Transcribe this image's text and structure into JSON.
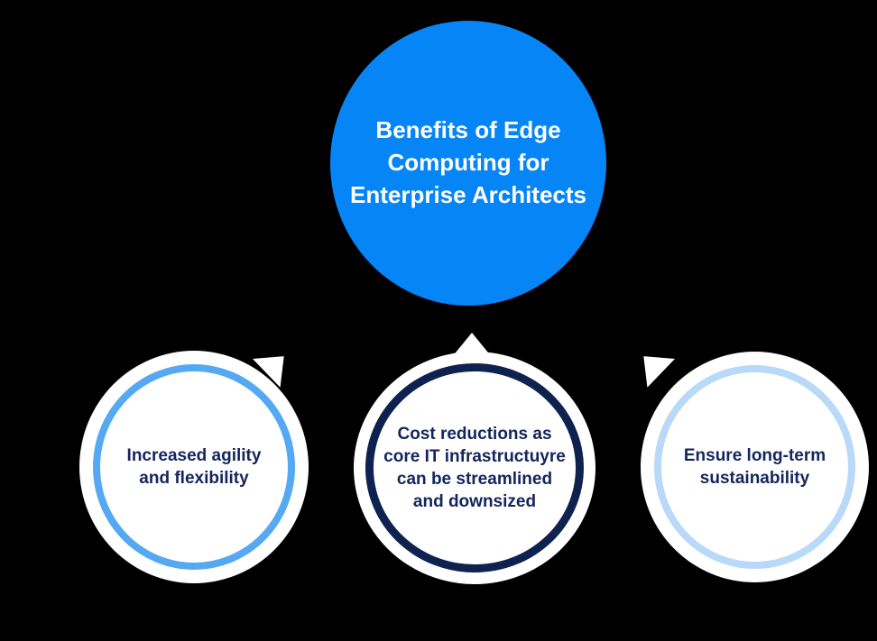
{
  "diagram": {
    "background_color": "#000000",
    "main_circle": {
      "fill_color": "#0685f6",
      "text_color": "#ffffff",
      "lines": [
        "Benefits of Edge",
        "Computing for",
        "Enterprise Architects"
      ]
    },
    "bubble_fill_color": "#ffffff",
    "bubble_text_color": "#13265c",
    "bubbles": [
      {
        "id": "agility",
        "ring_color": "#55a9f2",
        "lines": [
          "Increased agility",
          "and flexibility"
        ]
      },
      {
        "id": "cost-reduction",
        "ring_color": "#0e2250",
        "lines": [
          "Cost reductions as",
          "core IT infrastructuyre",
          "can be streamlined",
          "and downsized"
        ]
      },
      {
        "id": "sustainability",
        "ring_color": "#b9d9f8",
        "lines": [
          "Ensure long-term",
          "sustainability"
        ]
      }
    ]
  }
}
